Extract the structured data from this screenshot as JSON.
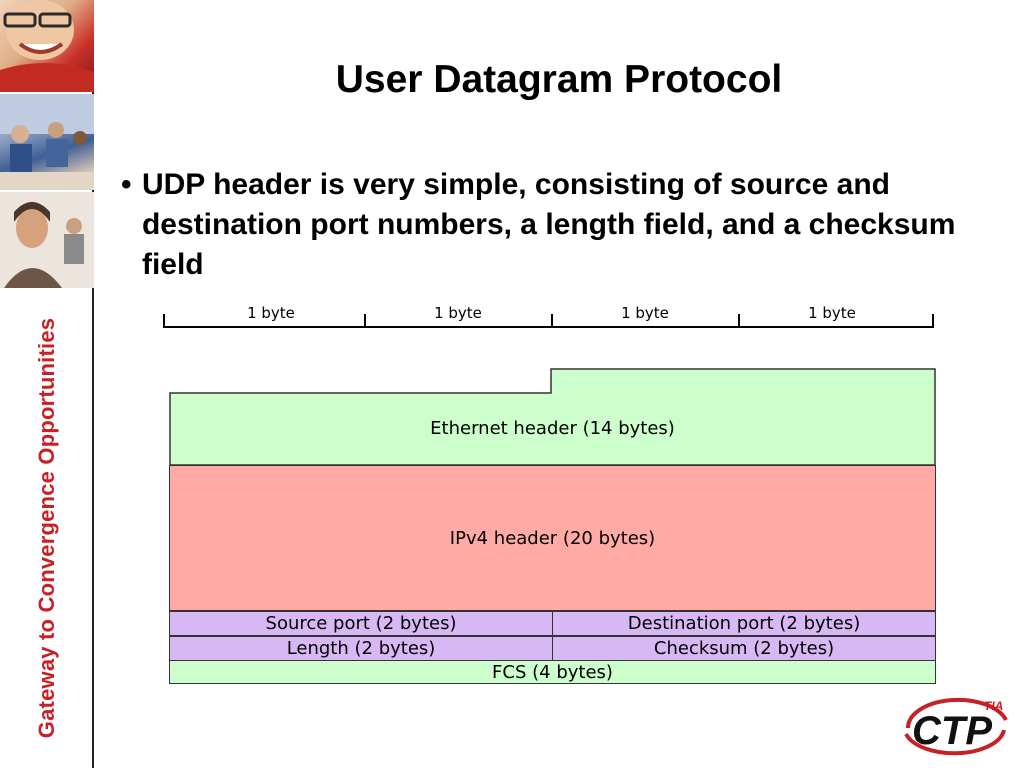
{
  "slide": {
    "title": "User Datagram Protocol",
    "bullet": "UDP header is very simple, consisting of source and destination port numbers, a length field, and a checksum field",
    "bullet_symbol": "•"
  },
  "sidebar": {
    "caption": "Gateway to Convergence Opportunities",
    "caption_color": "#c62126"
  },
  "diagram": {
    "byte_labels": [
      "1 byte",
      "1 byte",
      "1 byte",
      "1 byte"
    ],
    "ethernet_header": "Ethernet header (14 bytes)",
    "ipv4_header": "IPv4 header (20 bytes)",
    "source_port": "Source port (2 bytes)",
    "destination_port": "Destination port (2 bytes)",
    "length": "Length (2 bytes)",
    "checksum": "Checksum (2 bytes)",
    "fcs": "FCS (4 bytes)",
    "colors": {
      "ethernet": "#ccffcc",
      "ipv4": "#ffaaa4",
      "udp": "#d7b8f5",
      "fcs": "#ccffcc"
    }
  },
  "logo": {
    "text": "CTP",
    "superscript": "TIA"
  }
}
